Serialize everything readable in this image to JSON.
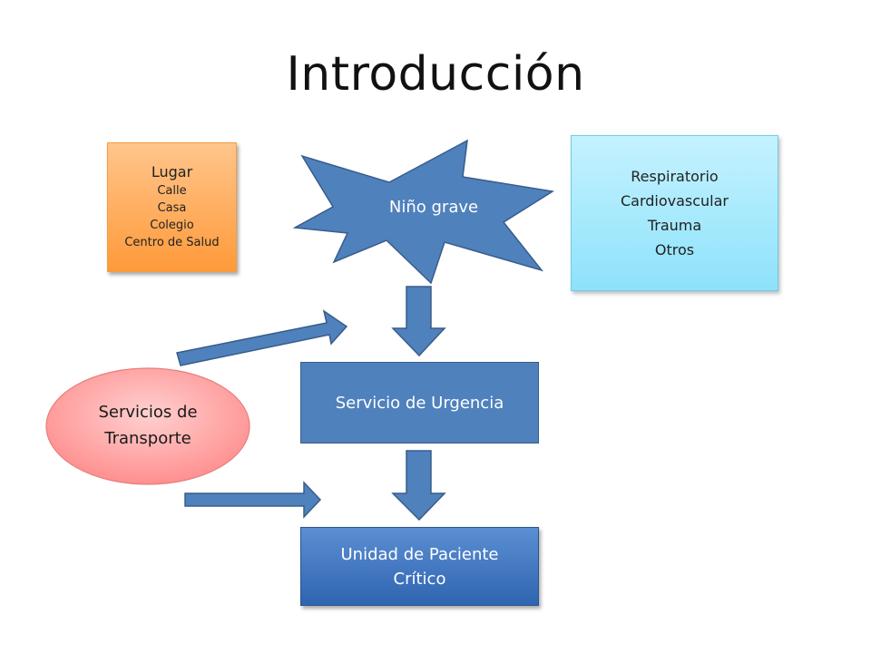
{
  "slide": {
    "title": "Introducción"
  },
  "lugar": {
    "heading": "Lugar",
    "items": [
      "Calle",
      "Casa",
      "Colegio",
      "Centro de Salud"
    ]
  },
  "causas": {
    "items": [
      "Respiratorio",
      "Cardiovascular",
      "Trauma",
      "Otros"
    ]
  },
  "center": {
    "nino_grave": "Niño grave",
    "servicio_urgencia": "Servicio de Urgencia",
    "unidad_critico_line1": "Unidad de Paciente",
    "unidad_critico_line2": "Crítico"
  },
  "transporte": {
    "line1": "Servicios de",
    "line2": "Transporte"
  },
  "colors": {
    "lugar_fill": "#ff9a3a",
    "causas_fill": "#8ee2fb",
    "blue_shape": "#4f81bd",
    "transporte_fill": "#ff9f9f"
  }
}
